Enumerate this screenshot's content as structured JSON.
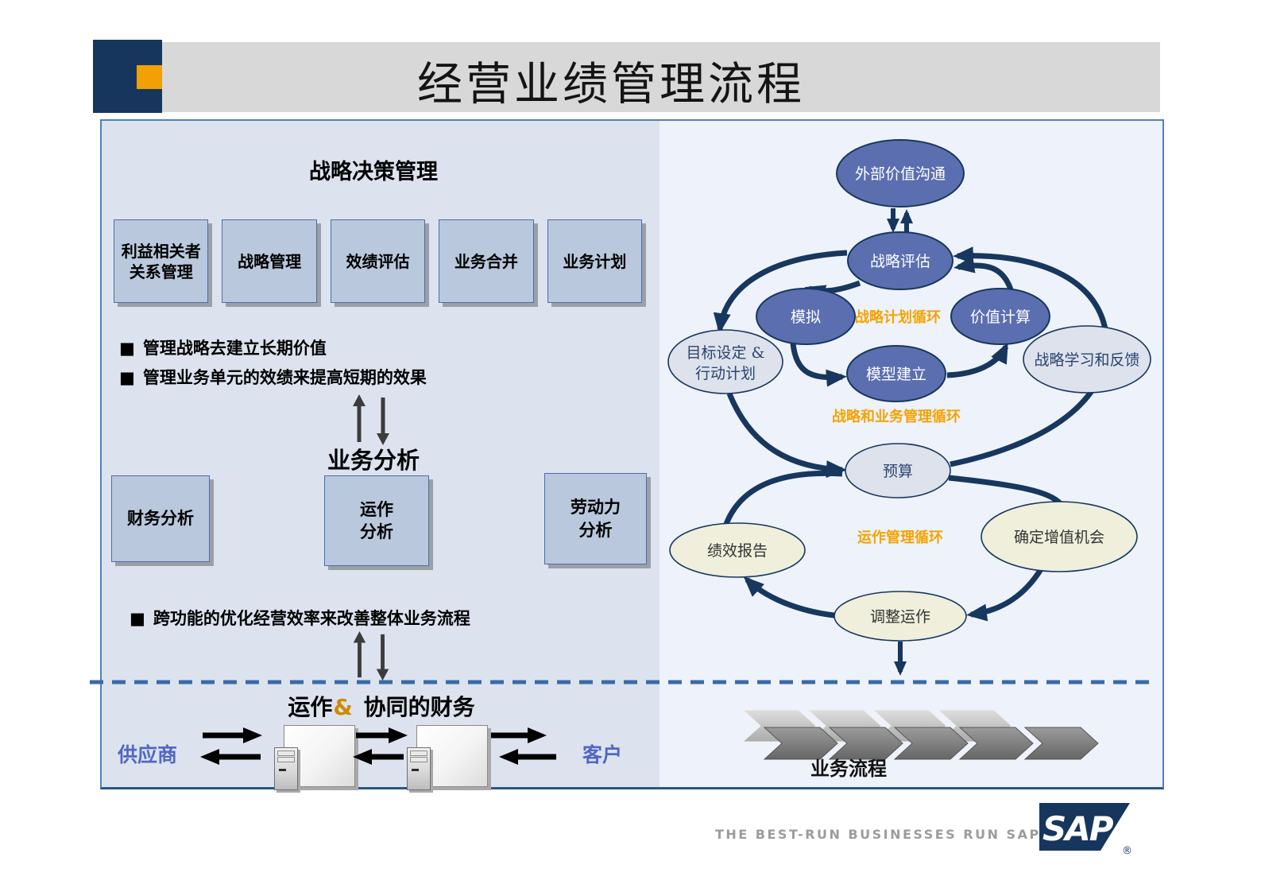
{
  "slide": {
    "title": "经营业绩管理流程",
    "bullet_char": "■",
    "footer": {
      "tagline": "THE BEST-RUN BUSINESSES RUN SAP",
      "logo_text": "SAP",
      "registered_mark": "®"
    },
    "colors": {
      "navy": "#17365d",
      "orange_accent": "#f2a104",
      "arrow_navy": "#17375e",
      "cycle_label_orange": "#f5a300",
      "panel_left_bg": "#dce3ee",
      "panel_right_bg": "#eef2fa",
      "panel_border": "#4f81bd",
      "box_fill": "#b9c8dc",
      "node_blue": "#5b6fb0",
      "node_gray": "#dde2ec",
      "node_cream": "#efefdc",
      "partner_text_blue": "#5166c4"
    }
  },
  "left_panel": {
    "heading": "战略决策管理",
    "top_boxes": [
      {
        "lines": [
          "利益相关者",
          "关系管理"
        ]
      },
      {
        "lines": [
          "战略管理"
        ]
      },
      {
        "lines": [
          "效绩评估"
        ]
      },
      {
        "lines": [
          "业务合并"
        ]
      },
      {
        "lines": [
          "业务计划"
        ]
      }
    ],
    "bullets": [
      "管理战略去建立长期价值",
      "管理业务单元的效绩来提高短期的效果"
    ],
    "mid_heading": "业务分析",
    "mid_boxes": [
      {
        "lines": [
          "财务分析"
        ]
      },
      {
        "lines": [
          "运作",
          "分析"
        ]
      },
      {
        "lines": [
          "劳动力",
          "分析"
        ]
      }
    ],
    "bottom_bullet": "跨功能的优化经营效率来改善整体业务流程",
    "ops_heading": {
      "part1": "运作",
      "amp": "&",
      "part2": "协同的财务"
    },
    "supplier_label": "供应商",
    "customer_label": "客户"
  },
  "right_panel": {
    "nodes": [
      {
        "id": "external-value-communication",
        "lines": [
          "外部价值沟通"
        ],
        "type": "blue"
      },
      {
        "id": "strategy-evaluation",
        "lines": [
          "战略评估"
        ],
        "type": "blue"
      },
      {
        "id": "simulation",
        "lines": [
          "模拟"
        ],
        "type": "blue"
      },
      {
        "id": "value-calculation",
        "lines": [
          "价值计算"
        ],
        "type": "blue"
      },
      {
        "id": "goal-setting-action-plan",
        "lines": [
          "目标设定 &",
          "行动计划"
        ],
        "type": "gray"
      },
      {
        "id": "model-building",
        "lines": [
          "模型建立"
        ],
        "type": "blue"
      },
      {
        "id": "strategy-learning-feedback",
        "lines": [
          "战略学习和反馈"
        ],
        "type": "gray"
      },
      {
        "id": "budget",
        "lines": [
          "预算"
        ],
        "type": "gray"
      },
      {
        "id": "performance-report",
        "lines": [
          "绩效报告"
        ],
        "type": "cream"
      },
      {
        "id": "identify-value-opportunities",
        "lines": [
          "确定增值机会"
        ],
        "type": "cream"
      },
      {
        "id": "adjust-operations",
        "lines": [
          "调整运作"
        ],
        "type": "cream"
      }
    ],
    "cycle_labels": [
      "战略计划循环",
      "战略和业务管理循环",
      "运作管理循环"
    ],
    "process_label": "业务流程"
  }
}
